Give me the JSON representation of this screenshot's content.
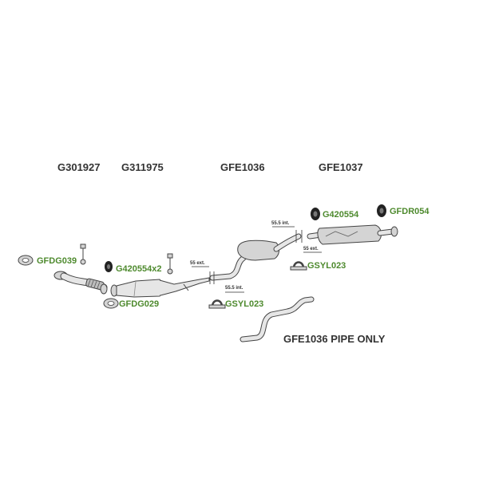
{
  "part_numbers": [
    "G301927",
    "G311975",
    "GFE1036",
    "GFE1037"
  ],
  "accessories": {
    "gfdg039": "GFDG039",
    "g420554x2": "G420554x2",
    "gfdg029": "GFDG029",
    "gsyl023_a": "GSYL023",
    "gsyl023_b": "GSYL023",
    "g420554": "G420554",
    "gfdr054": "GFDR054"
  },
  "dimensions": {
    "dim_55_ext_a": "55 ext.",
    "dim_55_5_int_a": "55.5 int.",
    "dim_55_5_int_b": "55.5 int.",
    "dim_55_ext_b": "55 ext."
  },
  "pipe_only_label": "GFE1036 PIPE ONLY",
  "colors": {
    "accessory_label": "#4e8a2e",
    "part_label": "#333333",
    "line": "#444444"
  }
}
